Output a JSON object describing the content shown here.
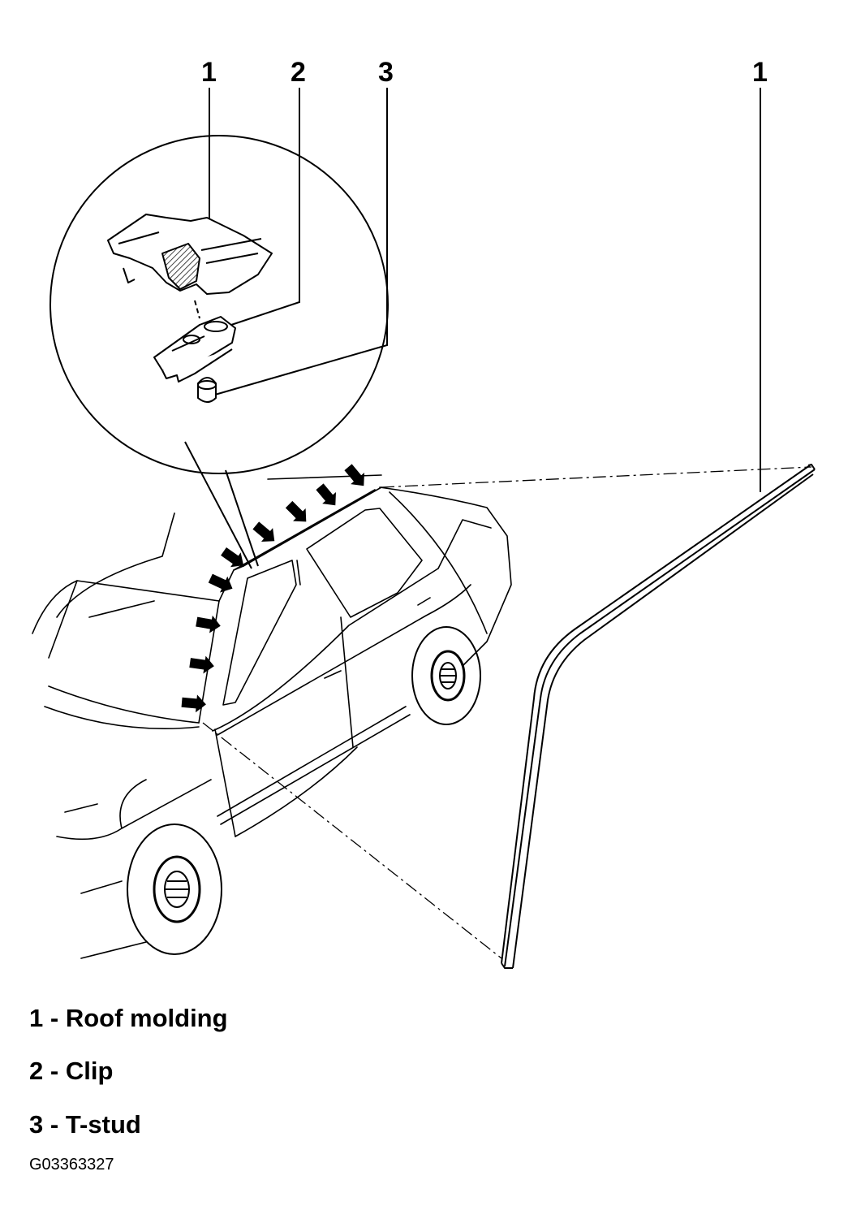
{
  "callouts": [
    {
      "label": "1"
    },
    {
      "label": "2"
    },
    {
      "label": "3"
    },
    {
      "label": "1"
    }
  ],
  "legend": [
    {
      "number": "1",
      "separator": "-",
      "text": "Roof molding"
    },
    {
      "number": "2",
      "separator": "-",
      "text": "Clip"
    },
    {
      "number": "3",
      "separator": "-",
      "text": "T-stud"
    }
  ],
  "figure_id": "G03363327",
  "colors": {
    "ink": "#000000",
    "paper": "#ffffff",
    "hatch": "#555555"
  }
}
